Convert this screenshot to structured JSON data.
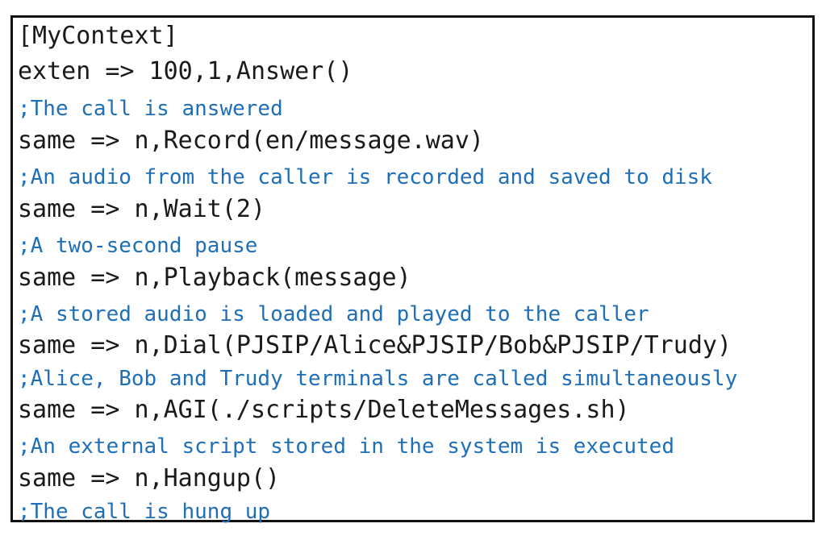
{
  "lines": [
    {
      "text": "[MyContext]",
      "kind": "code"
    },
    {
      "text": "exten => 100,1,Answer()",
      "kind": "code"
    },
    {
      "text": ";The call is answered",
      "kind": "comment"
    },
    {
      "text": "same => n,Record(en/message.wav)",
      "kind": "code"
    },
    {
      "text": ";An audio from the caller is recorded and saved to disk",
      "kind": "comment"
    },
    {
      "text": "same => n,Wait(2)",
      "kind": "code"
    },
    {
      "text": ";A two-second pause",
      "kind": "comment"
    },
    {
      "text": "same => n,Playback(message)",
      "kind": "code"
    },
    {
      "text": ";A stored audio is loaded and played to the caller",
      "kind": "comment"
    },
    {
      "text": "same => n,Dial(PJSIP/Alice&PJSIP/Bob&PJSIP/Trudy)",
      "kind": "code"
    },
    {
      "text": ";Alice, Bob and Trudy terminals are called simultaneously",
      "kind": "comment"
    },
    {
      "text": "same => n,AGI(./scripts/DeleteMessages.sh)",
      "kind": "code"
    },
    {
      "text": ";An external script stored in the system is executed",
      "kind": "comment"
    },
    {
      "text": "same => n,Hangup()",
      "kind": "code"
    },
    {
      "text": ";The call is hung up",
      "kind": "comment"
    }
  ],
  "colors": {
    "code": "#1a1a1a",
    "comment": "#1f6fb8",
    "border": "#111111"
  }
}
